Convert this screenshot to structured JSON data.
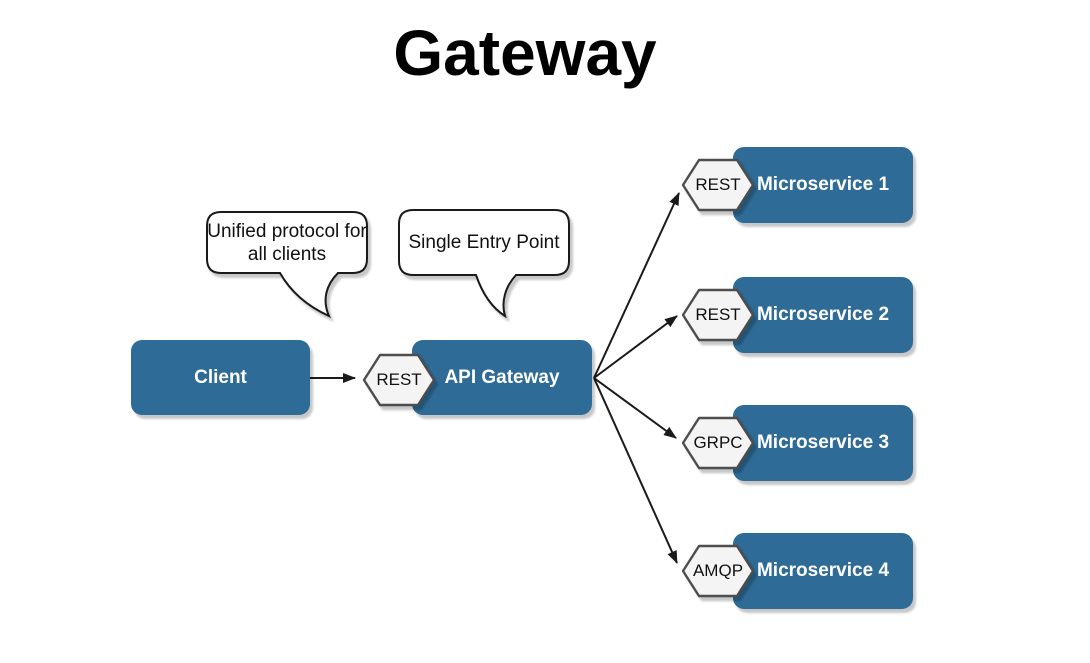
{
  "title": "Gateway",
  "nodes": {
    "client": {
      "label": "Client"
    },
    "api_gateway": {
      "label": "API Gateway"
    },
    "microservices": [
      {
        "protocol": "REST",
        "label": "Microservice 1"
      },
      {
        "protocol": "REST",
        "label": "Microservice 2"
      },
      {
        "protocol": "GRPC",
        "label": "Microservice 3"
      },
      {
        "protocol": "AMQP",
        "label": "Microservice 4"
      }
    ]
  },
  "badges": {
    "client_to_gateway_protocol": "REST"
  },
  "callouts": [
    {
      "text": "Unified protocol for all clients"
    },
    {
      "text": "Single Entry Point"
    }
  ],
  "colors": {
    "node_fill": "#2e6b96",
    "node_text": "#ffffff",
    "badge_fill": "#f4f4f4",
    "badge_border": "#4d4d4d",
    "line": "#1a1a1a",
    "bg": "#ffffff",
    "title_text": "#000000"
  }
}
